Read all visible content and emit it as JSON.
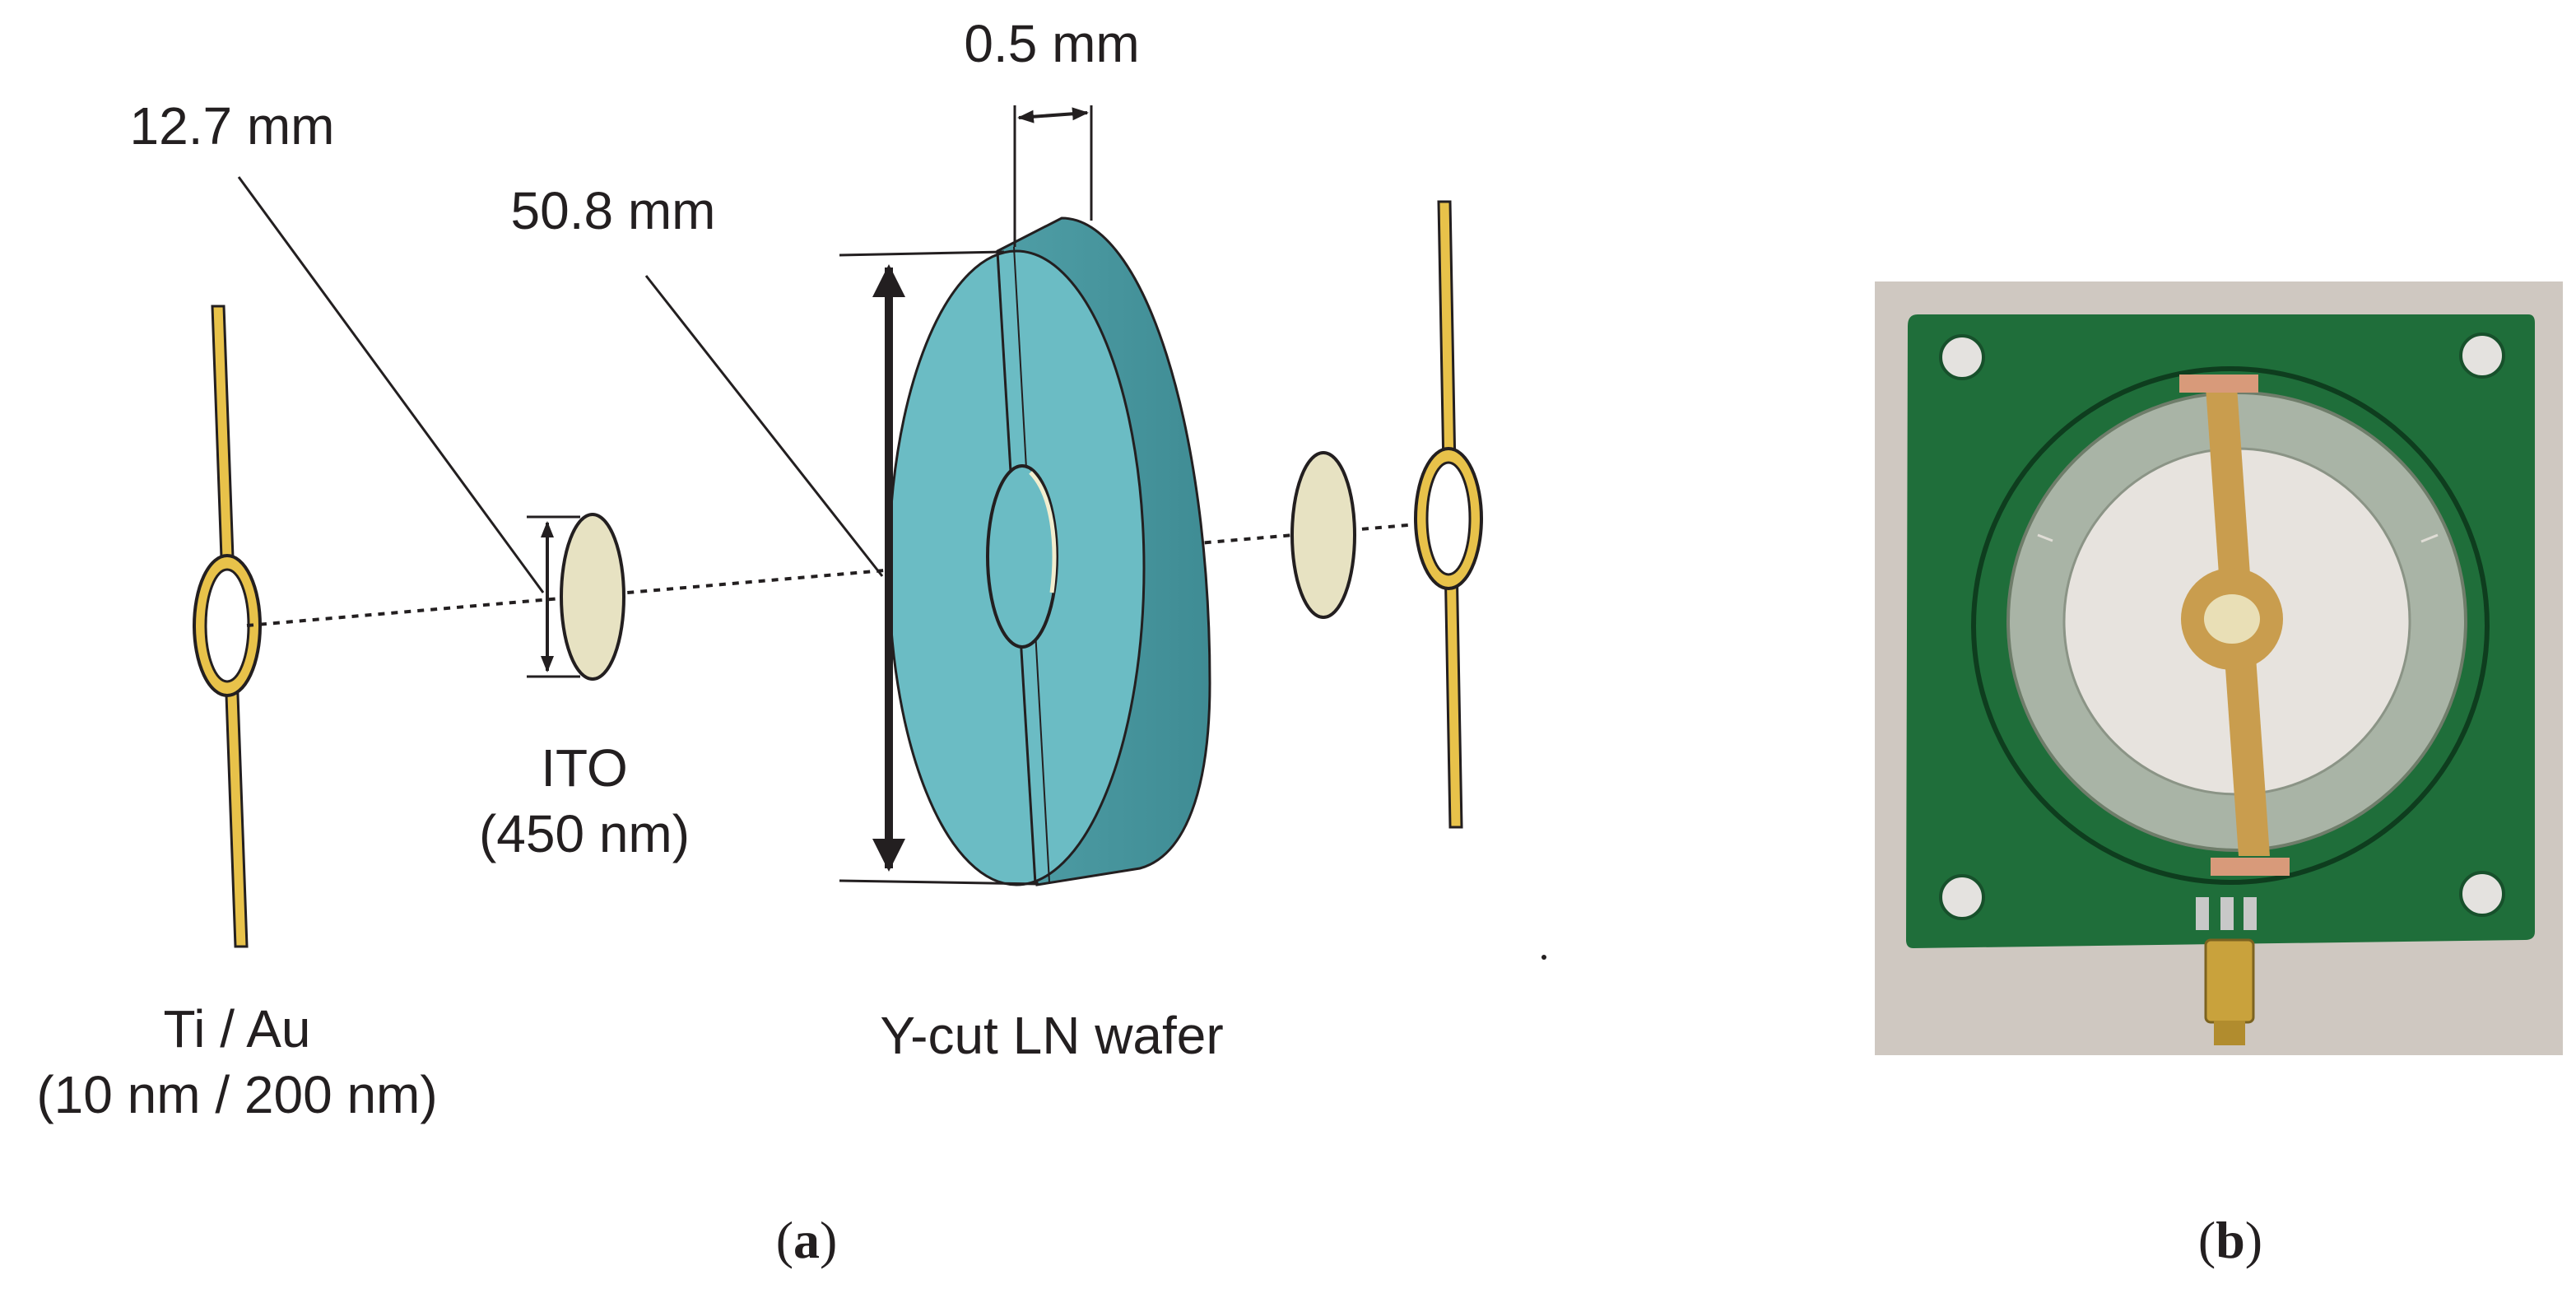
{
  "diagram_a": {
    "dim_thickness": "0.5 mm",
    "dim_ito_diameter": "12.7 mm",
    "dim_wafer_diameter": "50.8 mm",
    "ito_label_line1": "ITO",
    "ito_label_line2": "(450 nm)",
    "electrode_label_line1": "Ti / Au",
    "electrode_label_line2": "(10 nm / 200 nm)",
    "wafer_label": "Y-cut LN wafer"
  },
  "captions": {
    "a_open": "(",
    "a_letter": "a",
    "a_close": ")",
    "b_open": "(",
    "b_letter": "b",
    "b_close": ")"
  },
  "colors": {
    "wafer": "#6bbcc4",
    "ito": "#e7e2c2",
    "electrode": "#e8c24a",
    "pcb": "#1f6e3a",
    "background": "#ffffff"
  }
}
